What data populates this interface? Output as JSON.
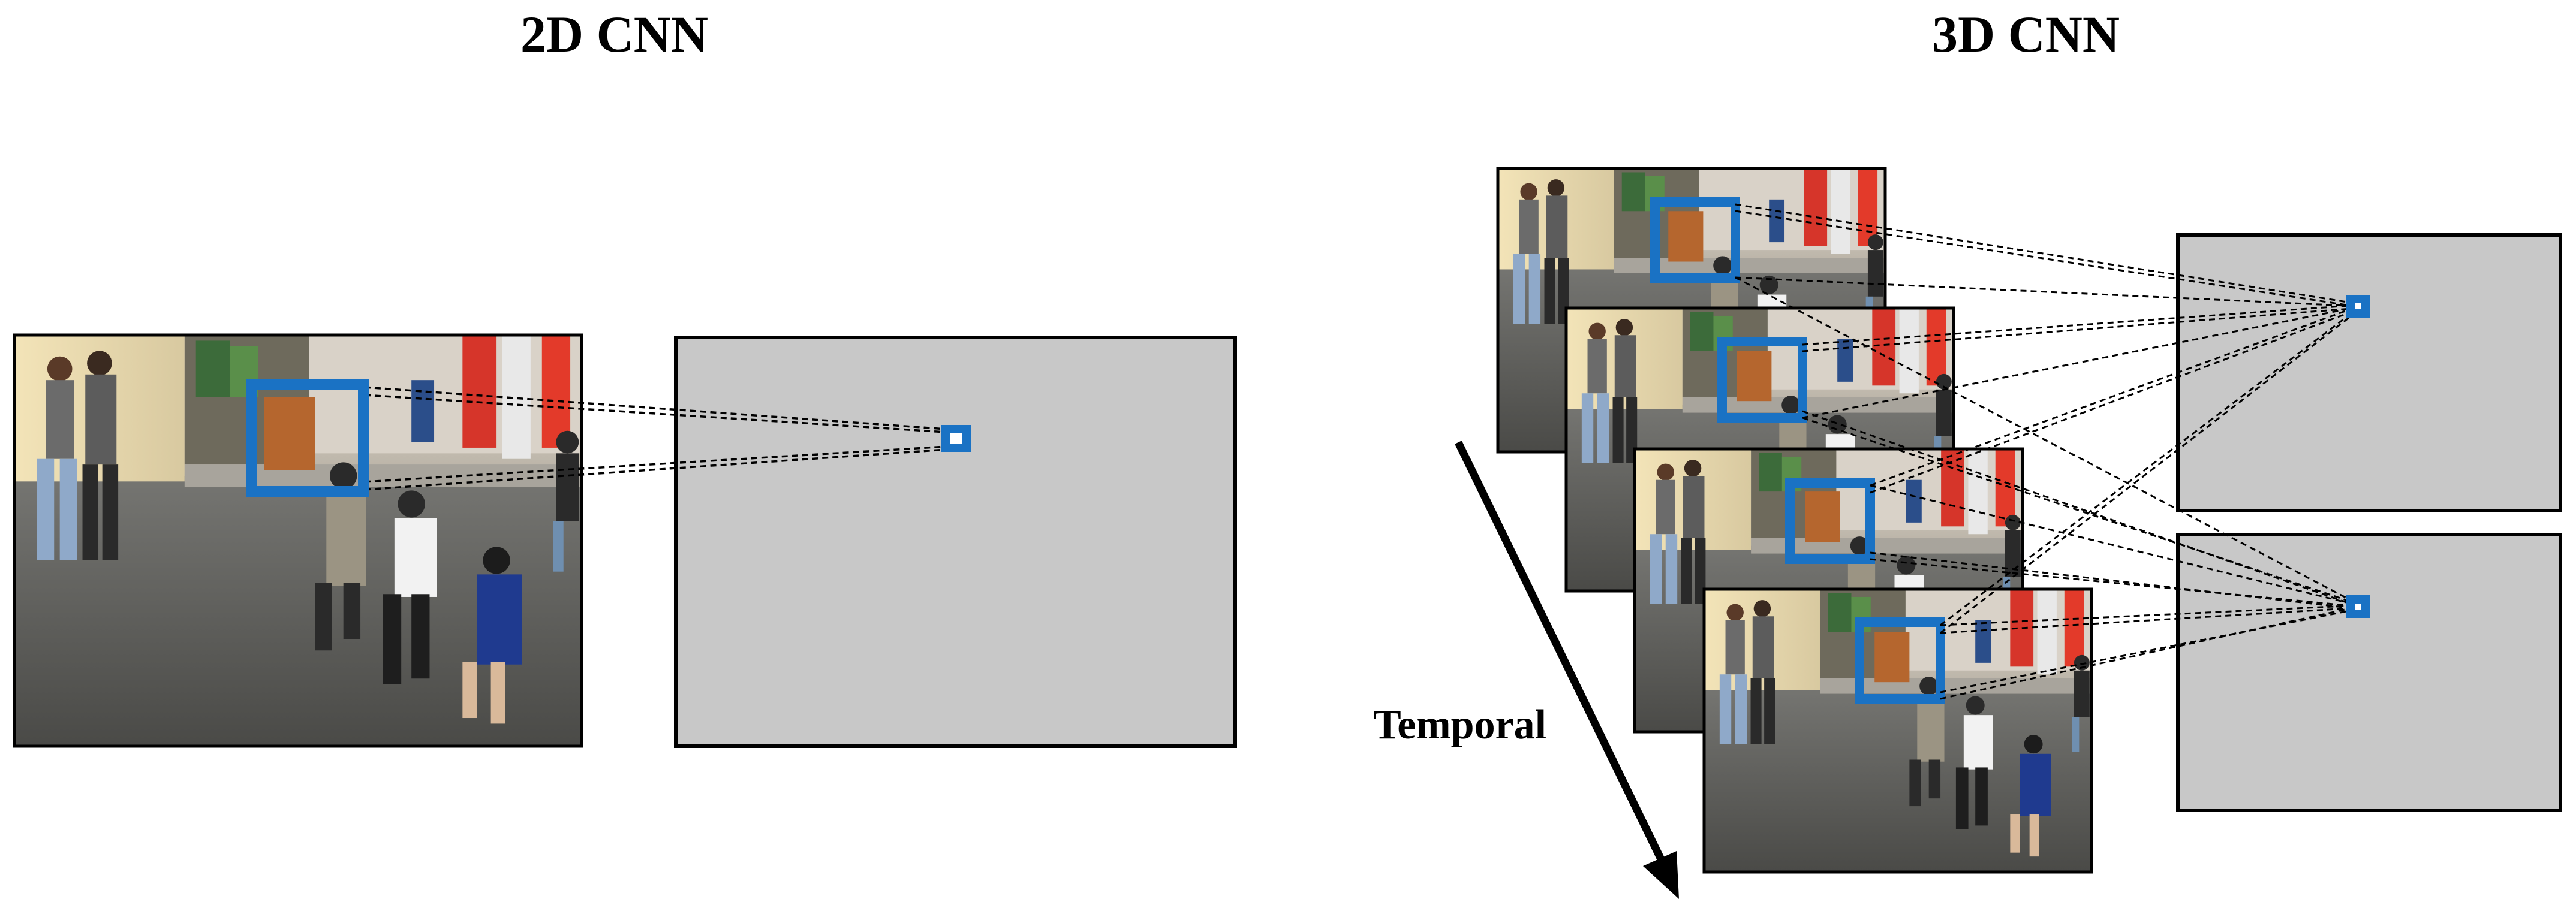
{
  "left_panel": {
    "title": "2D CNN",
    "input_frame": {
      "kind": "video-frame-photo",
      "scene": "street-scene"
    },
    "feature_map": {
      "kind": "feature-map"
    }
  },
  "right_panel": {
    "title": "3D CNN",
    "temporal_label": "Temporal",
    "frame_count": 4,
    "feature_map_count": 2
  },
  "colors": {
    "kernel_box": "#1a72c4",
    "feature_map_fill": "#c8c8c8",
    "outline": "#000000",
    "connection_line": "#000000",
    "background": "#ffffff"
  }
}
